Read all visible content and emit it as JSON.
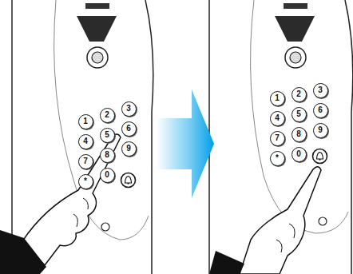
{
  "diagram": {
    "nodes": [
      {
        "text": [
          "1"
        ]
      },
      {
        "text": [
          "2"
        ]
      },
      {
        "text": [
          "3"
        ]
      },
      {
        "text": [
          "4"
        ]
      },
      {
        "text": [
          "5"
        ]
      },
      {
        "text": [
          "6"
        ]
      },
      {
        "text": [
          "7"
        ]
      },
      {
        "text": [
          "8"
        ]
      },
      {
        "text": [
          "9"
        ]
      },
      {
        "text": [
          "*"
        ]
      },
      {
        "text": [
          "0"
        ]
      },
      {
        "text": [
          "1"
        ]
      },
      {
        "text": [
          "2"
        ]
      },
      {
        "text": [
          "3"
        ]
      },
      {
        "text": [
          "4"
        ]
      },
      {
        "text": [
          "5"
        ]
      },
      {
        "text": [
          "6"
        ]
      },
      {
        "text": [
          "7"
        ]
      },
      {
        "text": [
          "8"
        ]
      },
      {
        "text": [
          "9"
        ]
      },
      {
        "text": [
          "*"
        ]
      },
      {
        "text": [
          "0"
        ]
      }
    ]
  }
}
